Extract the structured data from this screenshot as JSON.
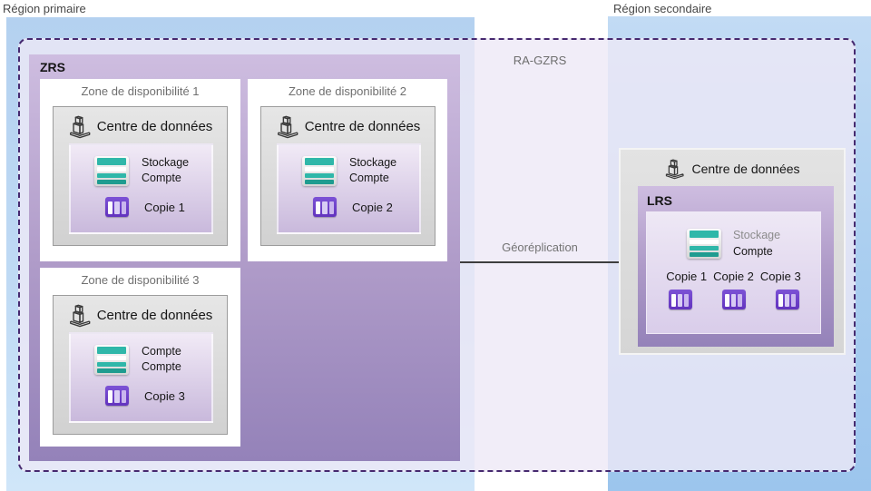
{
  "regions": {
    "primary_label": "Région primaire",
    "secondary_label": "Région secondaire"
  },
  "overlay": {
    "label": "RA-GZRS"
  },
  "zrs": {
    "label": "ZRS",
    "zones": [
      {
        "title": "Zone de disponibilité 1",
        "datacenter_label": "Centre de données",
        "account_line1": "Stockage",
        "account_line2": "Compte",
        "copy_label": "Copie 1"
      },
      {
        "title": "Zone de disponibilité 2",
        "datacenter_label": "Centre de données",
        "account_line1": "Stockage",
        "account_line2": "Compte",
        "copy_label": "Copie 2"
      },
      {
        "title": "Zone de disponibilité 3",
        "datacenter_label": "Centre de données",
        "account_line1": "Compte",
        "account_line2": "Compte",
        "copy_label": "Copie 3"
      }
    ]
  },
  "georeplication": {
    "label": "Géoréplication"
  },
  "secondary": {
    "datacenter_label": "Centre de données",
    "lrs_label": "LRS",
    "account_line1": "Stockage",
    "account_line2": "Compte",
    "copies": [
      "Copie 1",
      "Copie 2",
      "Copie 3"
    ]
  },
  "icons": {
    "datacenter": "datacenter-building-icon",
    "storage_account": "storage-account-icon",
    "table_copy": "table-copy-icon"
  },
  "colors": {
    "region_blue_top": "#BFD9F3",
    "region_blue_bottom": "#9EC6ED",
    "overlay_fill": "#EFEBF7",
    "overlay_dash": "#46296F",
    "zrs_gradient_top": "#CEBDE0",
    "zrs_gradient_bottom": "#9482B9",
    "panel_gradient_top": "#F1EAF6",
    "panel_gradient_bottom": "#C9B9DC",
    "datacenter_gray": "#DDDDDD",
    "storage_teal": "#2FB7A9",
    "table_purple": "#6C40C9",
    "arrow": "#3E3E3E"
  }
}
